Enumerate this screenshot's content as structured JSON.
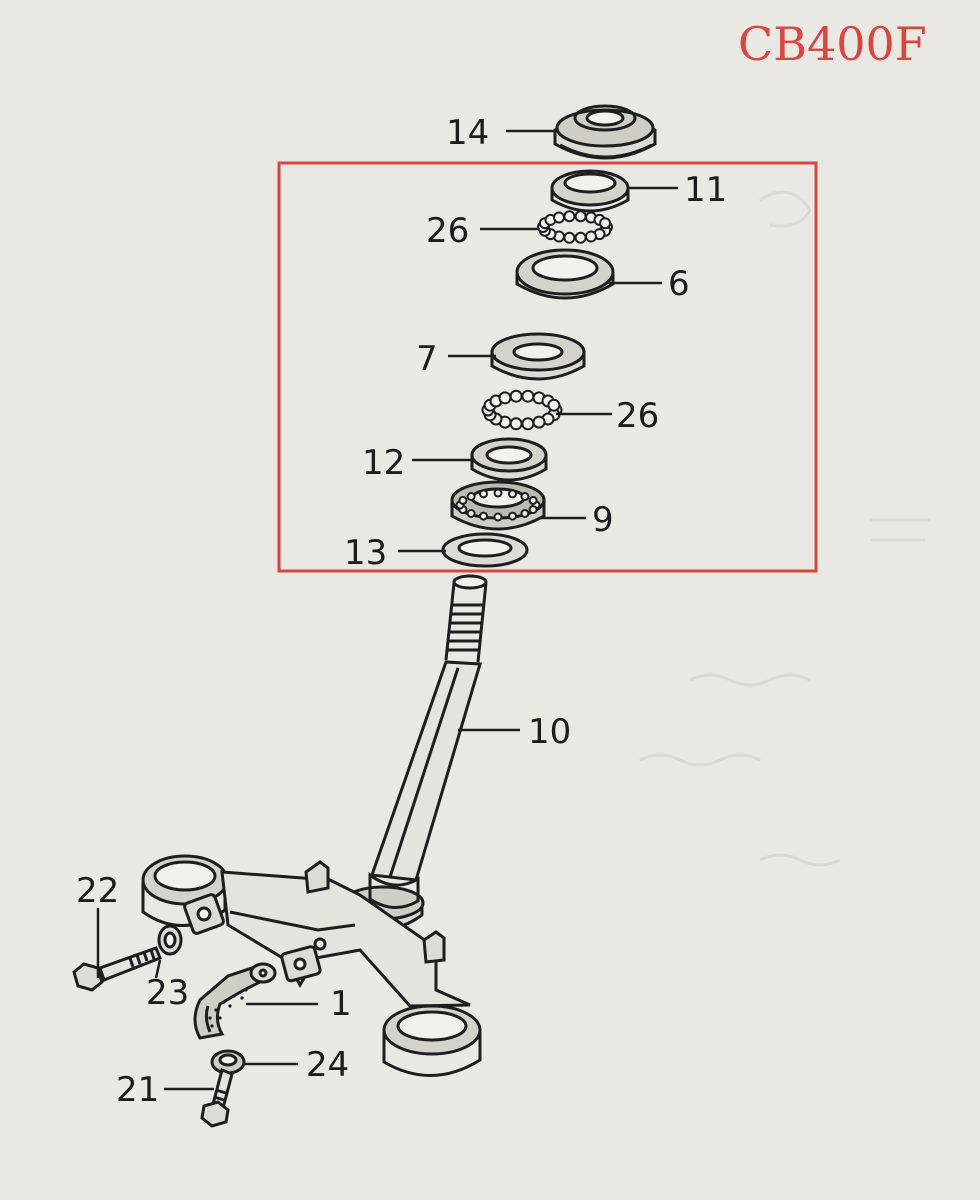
{
  "title": {
    "text": "CB400F",
    "color": "#d9463f"
  },
  "highlight": {
    "color": "#d9463f"
  },
  "parts": [
    {
      "id": "p14",
      "number": "14"
    },
    {
      "id": "p11",
      "number": "11"
    },
    {
      "id": "p26a",
      "number": "26"
    },
    {
      "id": "p6",
      "number": "6"
    },
    {
      "id": "p7",
      "number": "7"
    },
    {
      "id": "p26b",
      "number": "26"
    },
    {
      "id": "p12",
      "number": "12"
    },
    {
      "id": "p9",
      "number": "9"
    },
    {
      "id": "p13",
      "number": "13"
    },
    {
      "id": "p10",
      "number": "10"
    },
    {
      "id": "p22",
      "number": "22"
    },
    {
      "id": "p23",
      "number": "23"
    },
    {
      "id": "p1",
      "number": "1"
    },
    {
      "id": "p24",
      "number": "24"
    },
    {
      "id": "p21",
      "number": "21"
    }
  ]
}
